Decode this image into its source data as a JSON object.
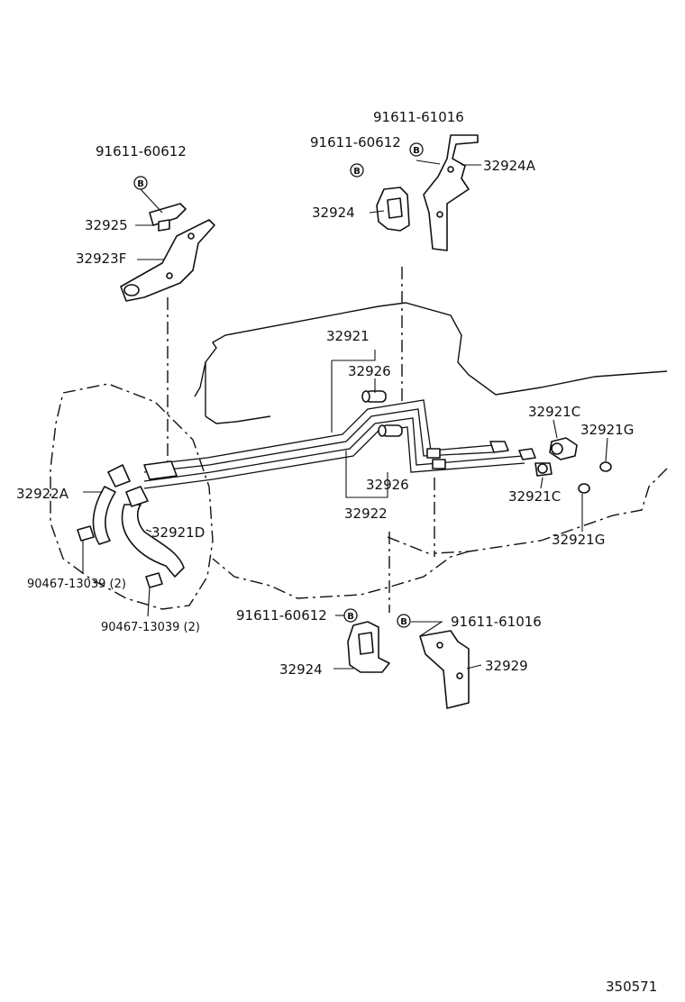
{
  "callouts": {
    "bolt_left": "91611-60612",
    "p32925": "32925",
    "p32923F": "32923F",
    "bolt_top_a": "91611-61016",
    "bolt_top_b": "91611-60612",
    "p32924A": "32924A",
    "p32924_top": "32924",
    "p32921": "32921",
    "p32926_top": "32926",
    "p32926_mid": "32926",
    "p32922": "32922",
    "p32922A": "32922A",
    "p32921D": "32921D",
    "p32921C_top": "32921C",
    "p32921G_top": "32921G",
    "p32921C_bot": "32921C",
    "p32921G_bot": "32921G",
    "clamp_1": "90467-13039 (2)",
    "clamp_2": "90467-13039 (2)",
    "bolt_bot_a": "91611-60612",
    "bolt_bot_b": "91611-61016",
    "p32924_bot": "32924",
    "p32929": "32929"
  },
  "badge_letter": "B",
  "diagram_number": "350571"
}
